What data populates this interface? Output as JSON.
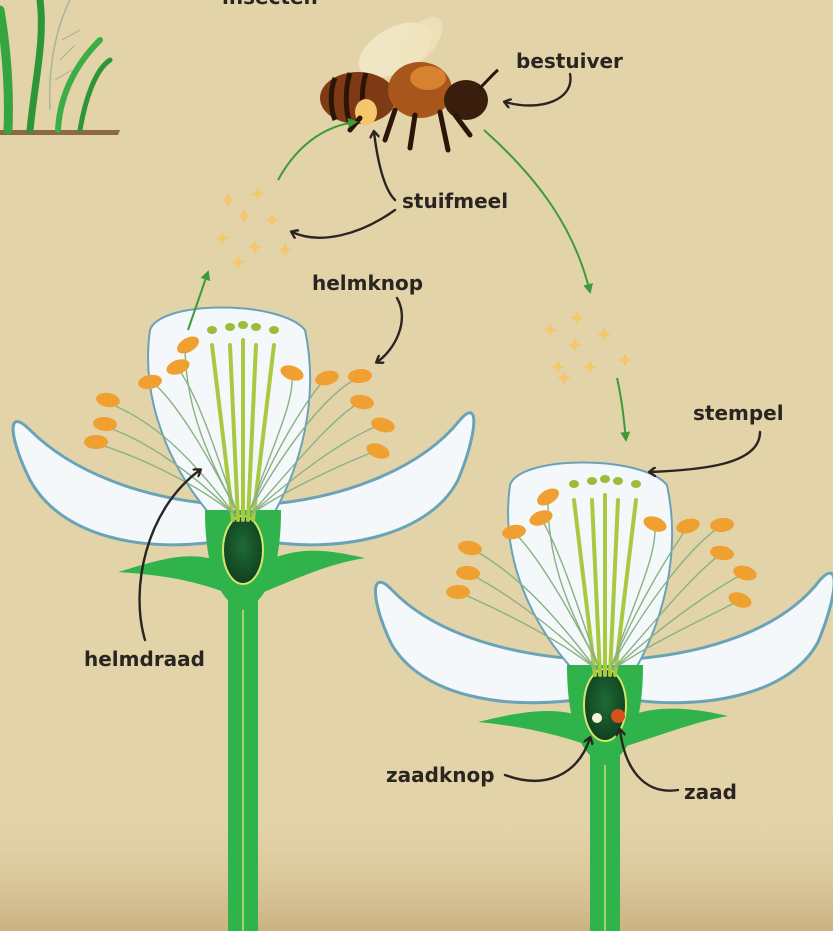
{
  "header_fragment": "insecten",
  "labels": {
    "pollinator": "bestuiver",
    "pollen": "stuifmeel",
    "anther": "helmknop",
    "stigma": "stempel",
    "filament": "helmdraad",
    "ovule": "zaadknop",
    "seed": "zaad"
  },
  "colors": {
    "background": "#e3d3a9",
    "stem": "#2fb34a",
    "petal": "#f4f8fa",
    "petal_edge": "#6aa3b8",
    "anther": "#f0a031",
    "pollen": "#f5c66b",
    "arrow_green": "#3e9b3a",
    "label_arrow": "#2b2522",
    "seed": "#d8501d"
  }
}
